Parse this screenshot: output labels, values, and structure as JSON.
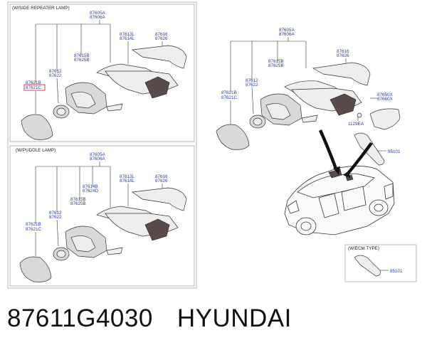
{
  "sections": {
    "side_repeater": {
      "title": "(W/SIDE REPEATER LAMP)",
      "labels": [
        "87605A",
        "87606A",
        "87613L",
        "87614L",
        "87616",
        "87626",
        "87615B",
        "87625B",
        "87612",
        "87622",
        "87621B",
        "87621C"
      ]
    },
    "puddle": {
      "title": "(W/PUDDLE LAMP)",
      "labels": [
        "87605A",
        "87606A",
        "87613L",
        "87614L",
        "87616",
        "87626",
        "87614B",
        "87624D",
        "87615B",
        "87625B",
        "87612",
        "87622",
        "87621B",
        "87621C"
      ]
    },
    "main": {
      "labels": [
        "87605A",
        "87606A",
        "87616",
        "87626",
        "87615B",
        "87625B",
        "87612",
        "87622",
        "87621B",
        "87621C",
        "87650X",
        "87660X",
        "1129EA",
        "85101"
      ]
    },
    "ecm": {
      "title": "(W/ECM TYPE)",
      "labels": [
        "85101"
      ]
    }
  },
  "caption": {
    "part_number": "87611G4030",
    "brand": "HYUNDAI"
  }
}
